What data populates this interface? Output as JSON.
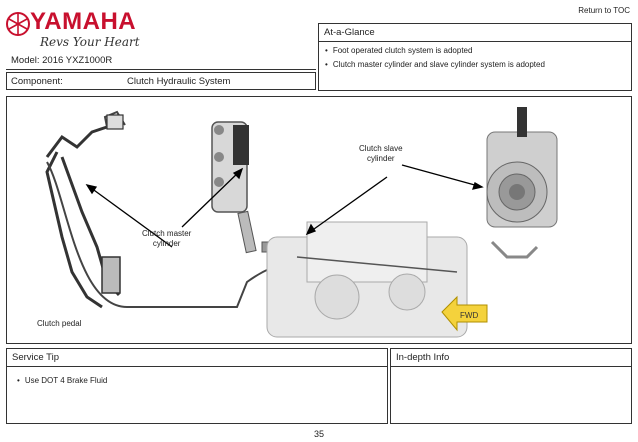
{
  "header": {
    "brand": "YAMAHA",
    "tagline": "Revs Your Heart",
    "return_link": "Return to TOC",
    "model": "Model: 2016 YXZ1000R",
    "component_label": "Component:",
    "component_value": "Clutch Hydraulic System"
  },
  "at_a_glance": {
    "title": "At-a-Glance",
    "items": [
      "Foot operated clutch system is adopted",
      "Clutch master cylinder and slave cylinder system is adopted"
    ]
  },
  "diagram": {
    "labels": {
      "master": "Clutch master\ncylinder",
      "slave": "Clutch slave\ncylinder",
      "pedal": "Clutch pedal",
      "fwd": "FWD"
    }
  },
  "service_tip": {
    "title": "Service Tip",
    "items": [
      "Use DOT 4 Brake Fluid"
    ]
  },
  "in_depth": {
    "title": "In-depth Info"
  },
  "page_number": "35",
  "colors": {
    "brand_red": "#c8102e",
    "fwd_yellow": "#f4d23c"
  }
}
